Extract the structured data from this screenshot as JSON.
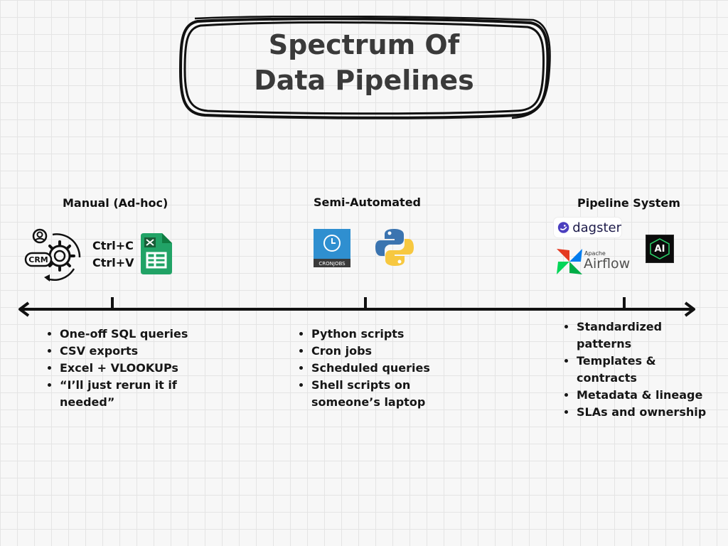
{
  "title": {
    "line1": "Spectrum Of",
    "line2": "Data Pipelines"
  },
  "stages": [
    {
      "label": "Manual (Ad-hoc)",
      "shortcuts": [
        "Ctrl+C",
        "Ctrl+V"
      ],
      "icons": [
        "crm-gear-icon",
        "google-sheets-icon"
      ],
      "crm_text": "CRM",
      "bullets": [
        "One-off SQL queries",
        "CSV exports",
        "Excel + VLOOKUPs",
        "“I’ll just rerun it if needed”"
      ]
    },
    {
      "label": "Semi-Automated",
      "icons": [
        "cronjobs-icon",
        "python-icon"
      ],
      "cron_text": "CRONJOBS",
      "bullets": [
        "Python scripts",
        "Cron jobs",
        "Scheduled queries",
        "Shell scripts on someone’s laptop"
      ]
    },
    {
      "label": "Pipeline System",
      "icons": [
        "dagster-logo-icon",
        "airflow-logo-icon",
        "ai-logo-icon"
      ],
      "dagster_text": "dagster",
      "airflow_small": "Apache",
      "airflow_text": "Airflow",
      "ai_text": "AI",
      "bullets": [
        "Standardized patterns",
        "Templates & contracts",
        "Metadata & lineage",
        "SLAs and ownership"
      ]
    }
  ],
  "colors": {
    "axis": "#111111",
    "sheets": "#1e7e45",
    "cron": "#2f8fd0",
    "python_blue": "#3b74b0",
    "python_yellow": "#f7c840",
    "dagster": "#4b3fbf",
    "airflow": "#2ea5d9"
  }
}
